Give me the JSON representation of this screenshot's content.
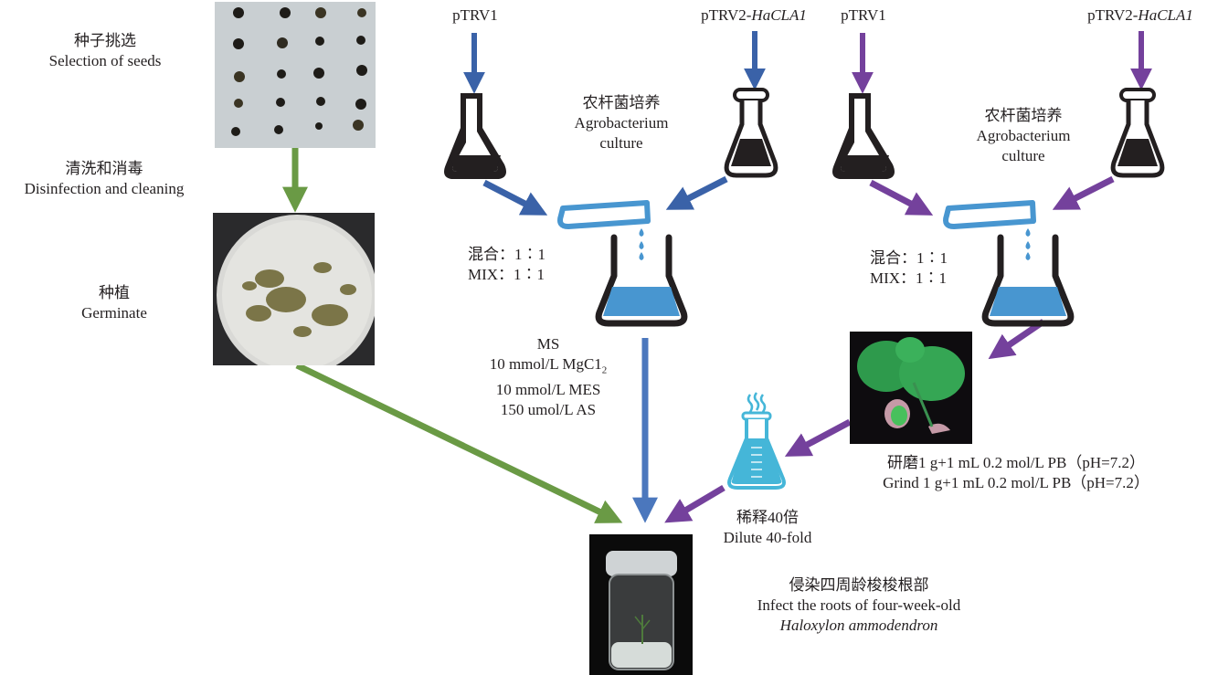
{
  "colors": {
    "green_arrow": "#6a9a45",
    "blue_arrow": "#3a62a8",
    "blue_line": "#4b77bd",
    "purple_arrow": "#74419c",
    "tube_blue": "#4896d0",
    "liquid_blue": "#4896d0",
    "dilute_flask": "#45b6d8",
    "flask_dark": "#231f20"
  },
  "left_column": {
    "seed_selection": {
      "zh": "种子挑选",
      "en": "Selection of seeds"
    },
    "cleaning": {
      "zh": "清洗和消毒",
      "en": "Disinfection and cleaning"
    },
    "germinate": {
      "zh": "种植",
      "en": "Germinate"
    }
  },
  "blue_branch": {
    "plasmid_1": "pTRV1",
    "plasmid_2_prefix": "pTRV2-",
    "plasmid_2_gene": "HaCLA1",
    "culture": {
      "zh": "农杆菌培养",
      "en_line1": "Agrobacterium",
      "en_line2": "culture"
    },
    "mix": {
      "zh": "混合：1∶1",
      "en": "MIX：1∶1"
    },
    "medium": [
      "MS",
      "10 mmol/L MgC1",
      "10 mmol/L MES",
      "150 umol/L AS"
    ],
    "medium_subscript": "2"
  },
  "purple_branch": {
    "plasmid_1": "pTRV1",
    "plasmid_2_prefix": "pTRV2-",
    "plasmid_2_gene": "HaCLA1",
    "culture": {
      "zh": "农杆菌培养",
      "en_line1": "Agrobacterium",
      "en_line2": "culture"
    },
    "mix": {
      "zh": "混合：1∶1",
      "en": "MIX：1∶1"
    },
    "grind": {
      "zh": "研磨1 g+1 mL 0.2 mol/L PB（pH=7.2）",
      "en": "Grind 1 g+1 mL 0.2 mol/L PB（pH=7.2）"
    },
    "dilute": {
      "zh": "稀释40倍",
      "en": "Dilute 40-fold"
    }
  },
  "final_step": {
    "zh": "侵染四周龄梭梭根部",
    "en_line1": "Infect the roots of four-week-old",
    "en_species": "Haloxylon ammodendron"
  }
}
